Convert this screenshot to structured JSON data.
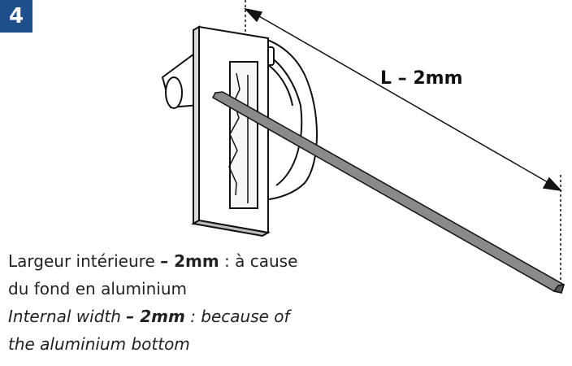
{
  "step_number": "4",
  "dimension_label": "L – 2mm",
  "caption": {
    "fr_before": "Largeur intérieure ",
    "fr_bold": "– 2mm",
    "fr_after": " : à cause du fond en aluminium",
    "en_before": "Internal width ",
    "en_bold": "– 2mm",
    "en_after": " : because of the aluminium bottom"
  },
  "colors": {
    "badge": "#1f4e8c",
    "rod": "#8a8a8a",
    "line": "#111111"
  }
}
